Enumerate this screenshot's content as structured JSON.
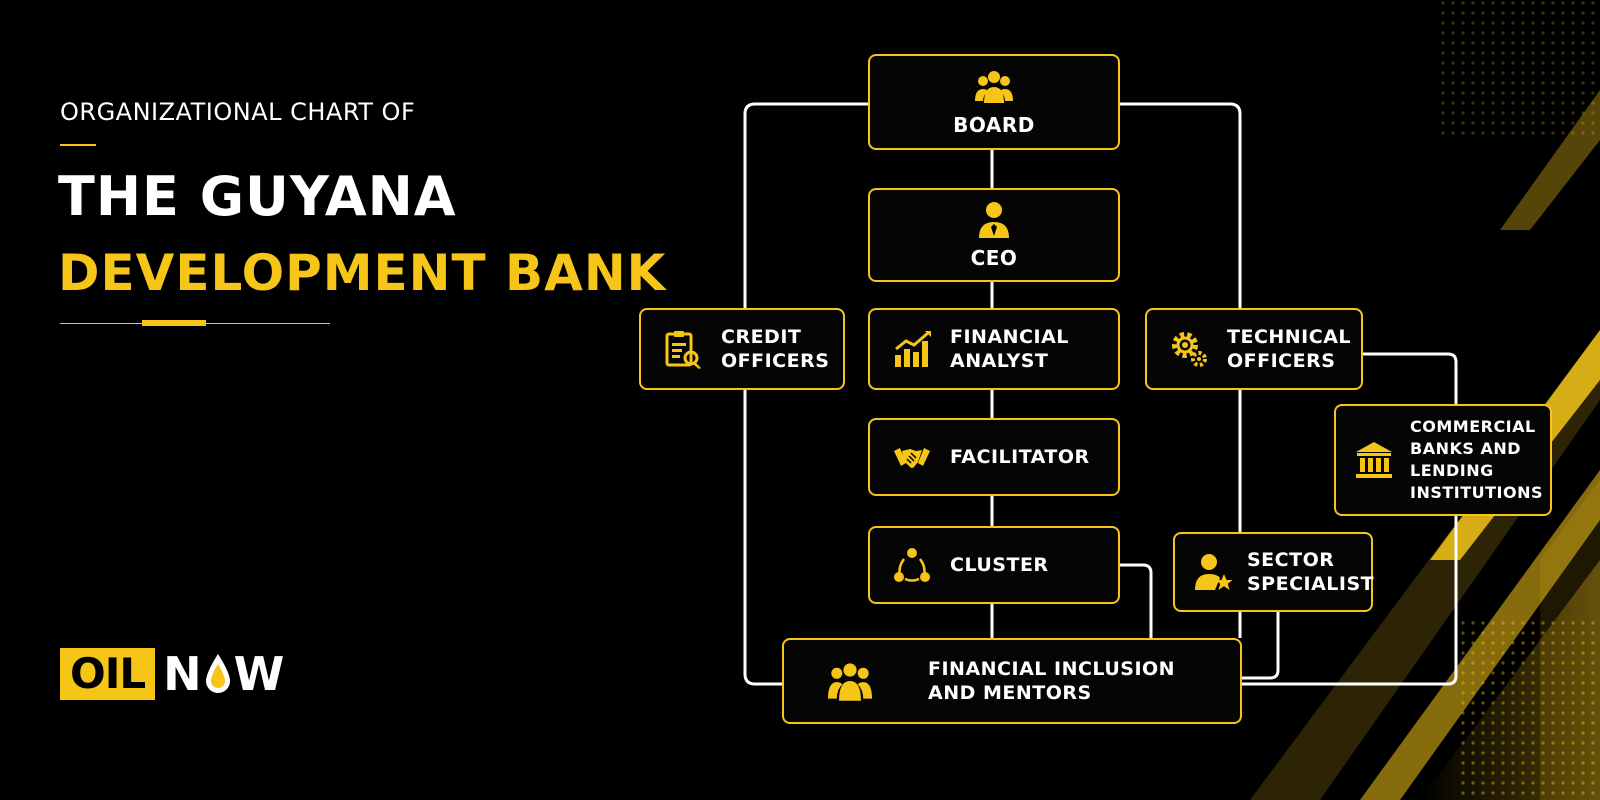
{
  "header": {
    "kicker": "ORGANIZATIONAL CHART OF",
    "title_line1": "THE GUYANA",
    "title_line2": "DEVELOPMENT BANK"
  },
  "logo": {
    "part1": "OIL",
    "part2a": "N",
    "part2b": "W"
  },
  "colors": {
    "accent": "#f5c518",
    "background": "#000000",
    "text": "#ffffff",
    "connector": "#ffffff"
  },
  "nodes": {
    "board": {
      "label": "BOARD",
      "icon": "group-icon"
    },
    "ceo": {
      "label": "CEO",
      "icon": "executive-icon"
    },
    "credit_officers": {
      "label": "CREDIT\nOFFICERS",
      "icon": "document-search-icon"
    },
    "financial_analyst": {
      "label": "FINANCIAL\nANALYST",
      "icon": "bar-chart-icon"
    },
    "technical_officers": {
      "label": "TECHNICAL\nOFFICERS",
      "icon": "gears-icon"
    },
    "facilitator": {
      "label": "FACILITATOR",
      "icon": "handshake-icon"
    },
    "cluster": {
      "label": "CLUSTER",
      "icon": "network-icon"
    },
    "commercial_banks": {
      "label": "COMMERCIAL\nBANKS AND\nLENDING\nINSTITUTIONS",
      "icon": "bank-icon"
    },
    "sector_specialist": {
      "label": "SECTOR\nSPECIALIST",
      "icon": "specialist-star-icon"
    },
    "financial_inclusion": {
      "label": "FINANCIAL INCLUSION\nAND MENTORS",
      "icon": "people-group-icon"
    }
  }
}
